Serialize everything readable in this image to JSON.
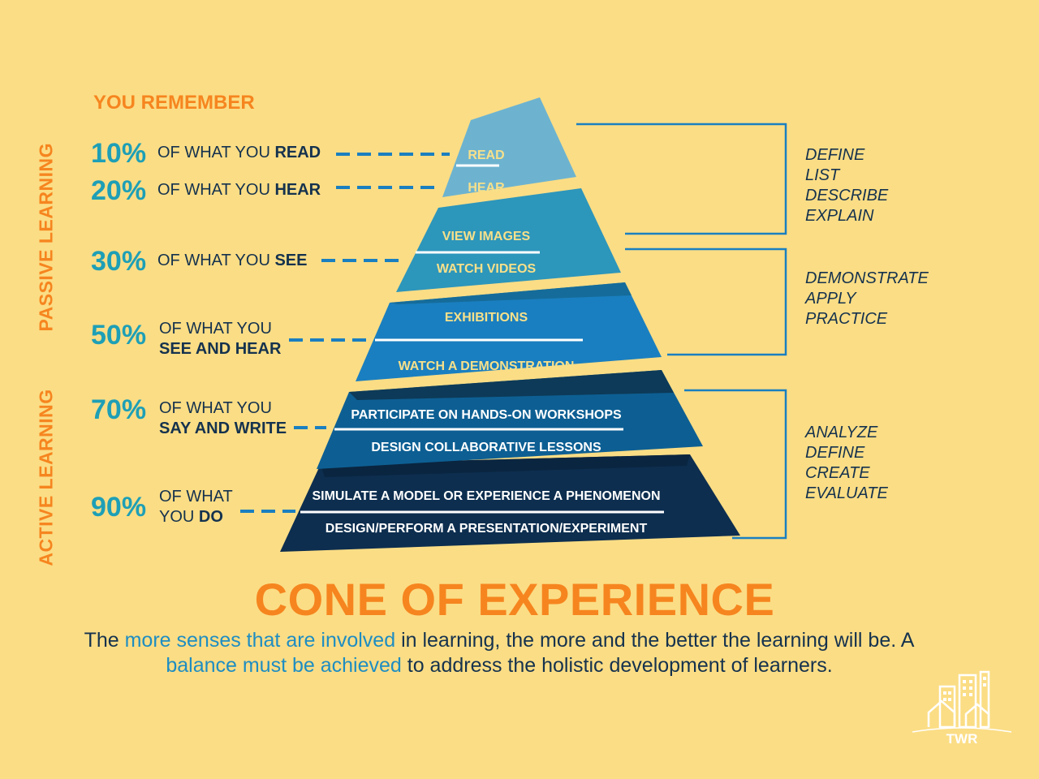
{
  "side_labels": {
    "passive": "PASSIVE LEARNING",
    "active": "ACTIVE LEARNING"
  },
  "header": "YOU REMEMBER",
  "rows": [
    {
      "percent": "10%",
      "line1_pre": "OF WHAT YOU ",
      "line1_bold": "READ",
      "line2_pre": "",
      "line2_bold": ""
    },
    {
      "percent": "20%",
      "line1_pre": "OF WHAT YOU ",
      "line1_bold": "HEAR",
      "line2_pre": "",
      "line2_bold": ""
    },
    {
      "percent": "30%",
      "line1_pre": "OF WHAT YOU ",
      "line1_bold": "SEE",
      "line2_pre": "",
      "line2_bold": ""
    },
    {
      "percent": "50%",
      "line1_pre": "OF WHAT YOU",
      "line1_bold": "",
      "line2_pre": "",
      "line2_bold": "SEE AND HEAR"
    },
    {
      "percent": "70%",
      "line1_pre": "OF WHAT YOU",
      "line1_bold": "",
      "line2_pre": "",
      "line2_bold": "SAY AND WRITE"
    },
    {
      "percent": "90%",
      "line1_pre": "OF WHAT",
      "line1_bold": "",
      "line2_pre": "YOU ",
      "line2_bold": "DO"
    }
  ],
  "cone_labels": [
    "READ",
    "HEAR",
    "VIEW IMAGES",
    "WATCH VIDEOS",
    "EXHIBITIONS",
    "WATCH A DEMONSTRATION",
    "PARTICIPATE ON HANDS-ON WORKSHOPS",
    "DESIGN COLLABORATIVE LESSONS",
    "SIMULATE A MODEL OR EXPERIENCE A PHENOMENON",
    "DESIGN/PERFORM A PRESENTATION/EXPERIMENT"
  ],
  "verb_groups": [
    [
      "DEFINE",
      "LIST",
      "DESCRIBE",
      "EXPLAIN"
    ],
    [
      "DEMONSTRATE",
      "APPLY",
      "PRACTICE"
    ],
    [
      "ANALYZE",
      "DEFINE",
      "CREATE",
      "EVALUATE"
    ]
  ],
  "title": "CONE OF EXPERIENCE",
  "caption": {
    "p1": "The ",
    "h1": "more senses that are involved",
    "p2": " in learning, the more and the better the learning will be. A ",
    "h2": "balance must be achieved",
    "p3": " to address the holistic development of learners."
  },
  "logo_text": "TWR",
  "colors": {
    "background": "#fbdd85",
    "accent_orange": "#f6851f",
    "percent_teal": "#1e9fb6",
    "tier1": "#6db3d0",
    "tier2": "#2d96bb",
    "tier3": "#1a7fc0",
    "tier4": "#0d5f93",
    "tier5": "#0d2e4f"
  }
}
